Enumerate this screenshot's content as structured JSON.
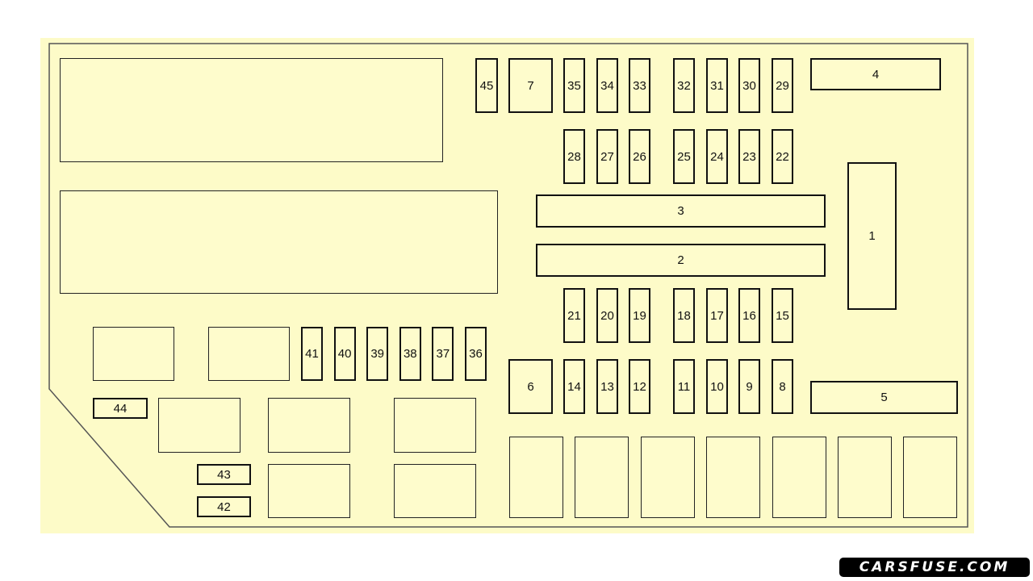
{
  "diagram": {
    "fuses": [
      "1",
      "2",
      "3",
      "4",
      "5",
      "6",
      "7",
      "8",
      "9",
      "10",
      "11",
      "12",
      "13",
      "14",
      "15",
      "16",
      "17",
      "18",
      "19",
      "20",
      "21",
      "22",
      "23",
      "24",
      "25",
      "26",
      "27",
      "28",
      "29",
      "30",
      "31",
      "32",
      "33",
      "34",
      "35",
      "36",
      "37",
      "38",
      "39",
      "40",
      "41",
      "42",
      "43",
      "44",
      "45"
    ],
    "unlabeled_blocks": 16
  },
  "watermark": "CARSFUSE.COM",
  "colors": {
    "panel": "#fdfbc8",
    "fuse": "#fefccc",
    "outline": "#222222"
  }
}
